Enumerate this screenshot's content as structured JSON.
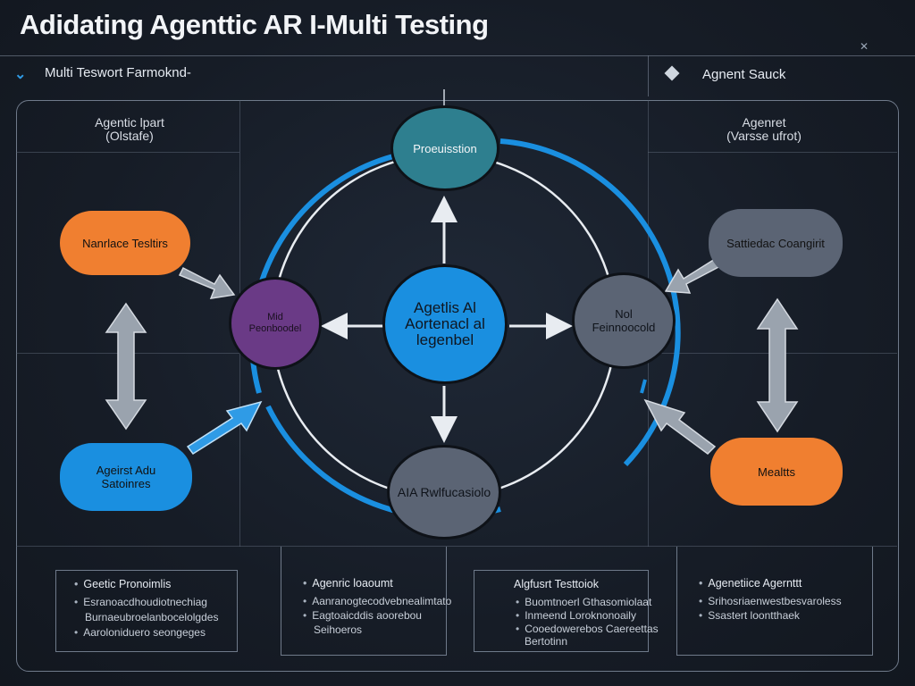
{
  "title": "Adidating Agenttic AR I-Multi Testing",
  "header": {
    "left_label": "Multi Teswort Farmoknd-",
    "right_label": "Agnent Sauck"
  },
  "zones": {
    "left_top": "Agentic lpart\n(Olstafe)",
    "right_top": "Agenret\n(Varsse ufrot)"
  },
  "nodes": {
    "top": "Proeuisstion",
    "center": "Agetlis Al\nAortenacl al\nlegenbel",
    "left": "Mid\nPeonboodel",
    "right": "Nol\nFeinnoocold",
    "bottom": "AIA Rwlfucasiolo",
    "outer_top_left": "Nanrlace Tesltirs",
    "outer_bottom_left": "Ageirst Adu\nSatoinres",
    "outer_top_right": "Sattiedac Coangirit",
    "outer_bottom_right": "Mealtts"
  },
  "boxes": [
    {
      "title": "Geetic Pronoimlis",
      "items": [
        "Esranoacdhoudiotnechiag",
        "Burnaeubroelanbocelolgdes",
        "Aaroloniduero seongeges"
      ]
    },
    {
      "title": "Agenric loaoumt",
      "items": [
        "Aanranogtecodvebnealimtato",
        "Eagtoaicddis aoorebou",
        "Seihoeros"
      ]
    },
    {
      "title": "Algfusrt Testtoiok",
      "items": [
        "Buomtnoerl Gthasomiolaat",
        "Inmeend Loroknonoaily",
        "Cooedowerebos Caereettas",
        "Bertotinn"
      ]
    },
    {
      "title": "Agenetiice Agernttt",
      "items": [
        "Srihosriaenwestbesvaroless",
        "Ssastert loontthaek"
      ]
    }
  ],
  "colors": {
    "accent_blue": "#1a8fe0",
    "teal": "#2e7f8f",
    "purple": "#6a3a86",
    "slate": "#5b6474",
    "orange": "#f07f30"
  }
}
